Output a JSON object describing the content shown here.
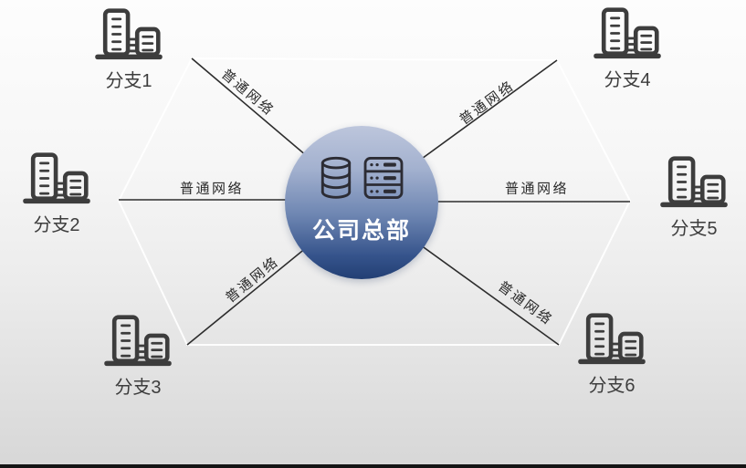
{
  "diagram": {
    "center": {
      "label": "公司总部",
      "icons": [
        "database-icon",
        "server-rack-icon"
      ],
      "gradient_top": "#bdc6dc",
      "gradient_bottom": "#223f74"
    },
    "branches": [
      {
        "label": "分支1"
      },
      {
        "label": "分支2"
      },
      {
        "label": "分支3"
      },
      {
        "label": "分支4"
      },
      {
        "label": "分支5"
      },
      {
        "label": "分支6"
      }
    ],
    "links": [
      {
        "from": "公司总部",
        "to": "分支1",
        "label": "普通网络"
      },
      {
        "from": "公司总部",
        "to": "分支2",
        "label": "普通网络"
      },
      {
        "from": "公司总部",
        "to": "分支3",
        "label": "普通网络"
      },
      {
        "from": "公司总部",
        "to": "分支4",
        "label": "普通网络"
      },
      {
        "from": "公司总部",
        "to": "分支5",
        "label": "普通网络"
      },
      {
        "from": "公司总部",
        "to": "分支6",
        "label": "普通网络"
      }
    ],
    "colors": {
      "line": "#2d2d2d",
      "icon_stroke": "#3d3d3d",
      "hub_icon_stroke": "#2c2c34",
      "label_text": "#3d3d3d",
      "background_top": "#fdfdfd",
      "background_bottom": "#d7d7d7"
    }
  }
}
